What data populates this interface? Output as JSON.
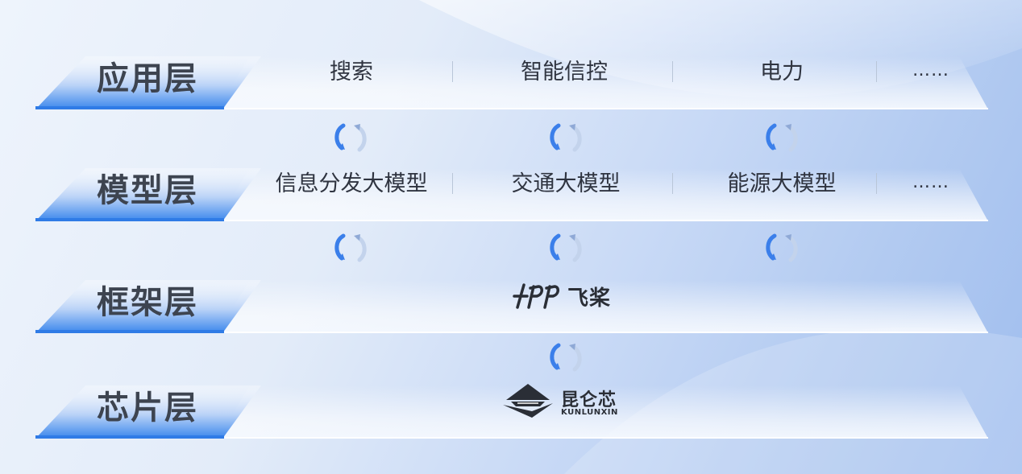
{
  "layers": [
    {
      "title": "应用层",
      "items": [
        "搜索",
        "智能信控",
        "电力",
        "……"
      ]
    },
    {
      "title": "模型层",
      "items": [
        "信息分发大模型",
        "交通大模型",
        "能源大模型",
        "……"
      ]
    },
    {
      "title": "框架层",
      "logo_text": "飞桨"
    },
    {
      "title": "芯片层",
      "logo_text": "昆仑芯",
      "logo_subtext": "KUNLUNXIN"
    }
  ],
  "icons": {
    "connector": "sync-arrows-icon"
  },
  "colors": {
    "accent": "#2f7be6",
    "text": "#3d4450"
  }
}
